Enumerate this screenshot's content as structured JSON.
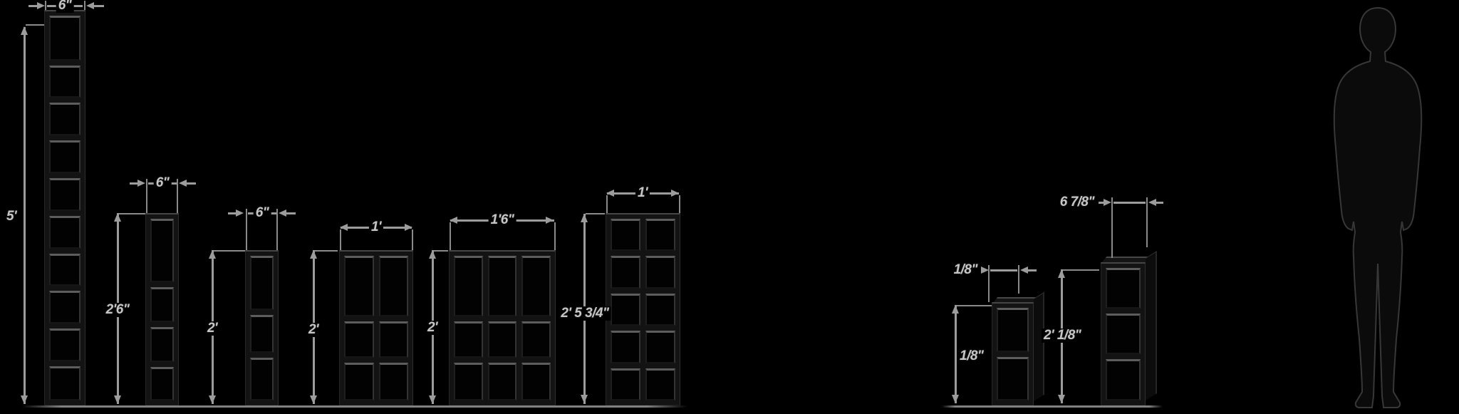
{
  "diagram": {
    "background_color": "#000000",
    "dimension_color": "#9c9c9c",
    "label_color": "#c6c6c6",
    "units": [
      {
        "name": "shelf-tower-tall",
        "width": "6\"",
        "height": "5'"
      },
      {
        "name": "shelf-tower-medium",
        "width": "6\"",
        "height": "2'6\""
      },
      {
        "name": "shelf-tower-short",
        "width": "6\"",
        "height": "2'"
      },
      {
        "name": "shelf-cube-two-wide",
        "width": "1'",
        "height": "2'"
      },
      {
        "name": "shelf-cube-three-wide",
        "width": "1'6\"",
        "height": "2'"
      },
      {
        "name": "shelf-cube-tall",
        "width": "1'",
        "height": "2' 5 3/4\""
      },
      {
        "name": "mini-unit-short",
        "width": "1/8\"",
        "height": "1/8\""
      },
      {
        "name": "mini-unit-tall",
        "width": "6 7/8\"",
        "height": "2' 1/8\""
      }
    ],
    "scale_figure": "human-silhouette"
  }
}
